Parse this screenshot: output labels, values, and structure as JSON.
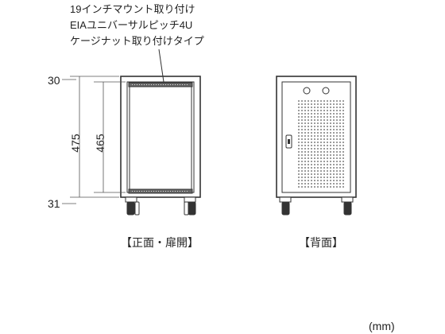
{
  "spec_lines": [
    "19インチマウント取り付け",
    "EIAユニバーサルピッチ4U",
    "ケージナット取り付けタイプ"
  ],
  "dimensions": {
    "top": "30",
    "bottom": "31",
    "outer_height": "475",
    "inner_height": "465"
  },
  "captions": {
    "front": "【正面・扉開】",
    "back": "【背面】"
  },
  "unit": "(mm)"
}
